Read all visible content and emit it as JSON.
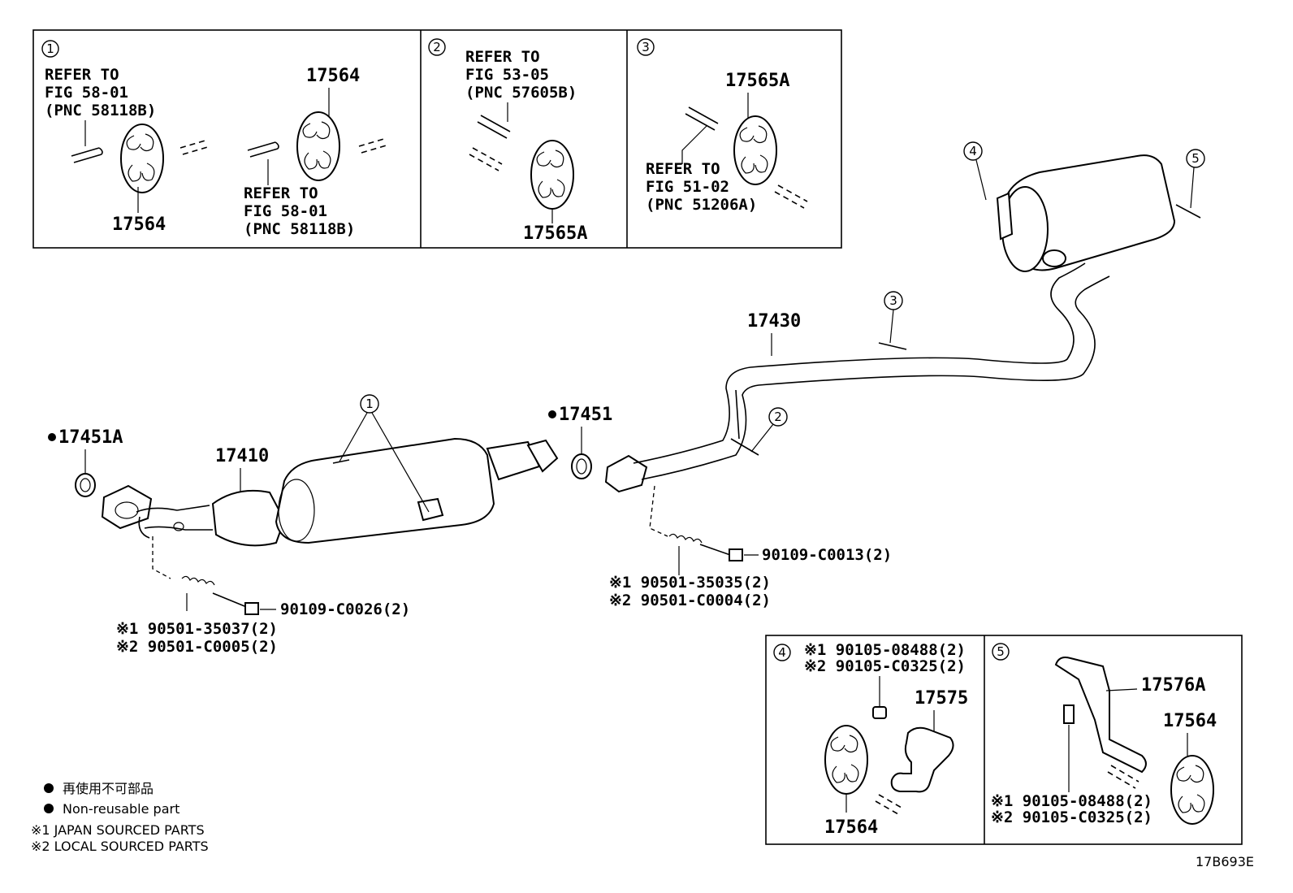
{
  "inset1": {
    "num": "1",
    "refer_left": [
      "REFER TO",
      "FIG 58-01",
      "(PNC 58118B)"
    ],
    "part_top": "17564",
    "part_bottom": "17564",
    "refer_right": [
      "REFER TO",
      "FIG 58-01",
      "(PNC 58118B)"
    ]
  },
  "inset2": {
    "num": "2",
    "refer": [
      "REFER TO",
      "FIG 53-05",
      "(PNC 57605B)"
    ],
    "part": "17565A"
  },
  "inset3": {
    "num": "3",
    "part": "17565A",
    "refer": [
      "REFER TO",
      "FIG 51-02",
      "(PNC 51206A)"
    ]
  },
  "inset4": {
    "num": "4",
    "bolt1": "※1 90105-08488(2)",
    "bolt2": "※2 90105-C0325(2)",
    "part_bracket": "17575",
    "part_hanger": "17564"
  },
  "inset5": {
    "num": "5",
    "part_bracket": "17576A",
    "part_hanger": "17564",
    "bolt1": "※1 90105-08488(2)",
    "bolt2": "※2 90105-C0325(2)"
  },
  "main": {
    "gasket_front": "17451A",
    "front_pipe": "17410",
    "gasket_mid": "17451",
    "tail_pipe": "17430",
    "callouts": [
      "1",
      "2",
      "3",
      "4",
      "5"
    ],
    "bolt_front": "90109-C0026(2)",
    "spring_front1": "※1 90501-35037(2)",
    "spring_front2": "※2 90501-C0005(2)",
    "bolt_mid": "90109-C0013(2)",
    "spring_mid1": "※1 90501-35035(2)",
    "spring_mid2": "※2 90501-C0004(2)"
  },
  "legend": {
    "non_reusable_jp": "再使用不可部品",
    "non_reusable_en": "Non-reusable part",
    "japan": "※1  JAPAN SOURCED PARTS",
    "local": "※2  LOCAL SOURCED PARTS"
  },
  "figure_id": "17B693E"
}
